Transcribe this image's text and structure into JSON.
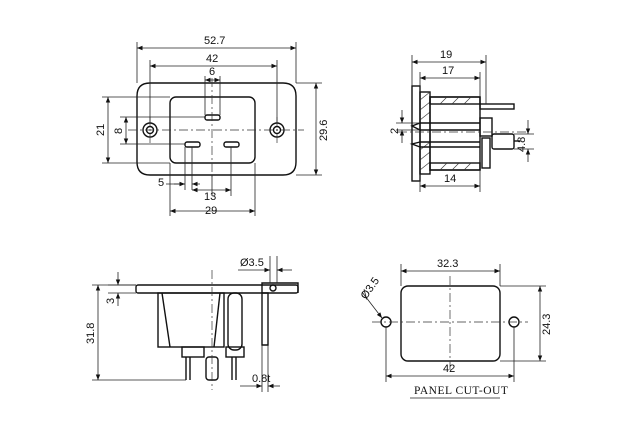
{
  "views": {
    "front": {
      "dims": {
        "overall_width": "52.7",
        "hole_spacing": "42",
        "pin_gap_top": "6",
        "height_outer": "29.6",
        "height_inner": "21",
        "height_small": "8",
        "left_offset": "5",
        "pin_spacing": "13",
        "inner_width": "29"
      }
    },
    "side": {
      "dims": {
        "length_top": "19",
        "length_mid": "17",
        "offset_left": "2",
        "terminal": "4.8",
        "body_length": "14"
      }
    },
    "bottom": {
      "dims": {
        "hole_diameter": "Ø3.5",
        "flange": "3",
        "total_height": "31.8",
        "thickness": "0.8t"
      }
    },
    "cutout": {
      "title": "PANEL CUT-OUT",
      "dims": {
        "cut_width": "32.3",
        "hole_diameter": "Ø3.5",
        "hole_spacing": "42",
        "cut_height": "24.3"
      }
    }
  }
}
